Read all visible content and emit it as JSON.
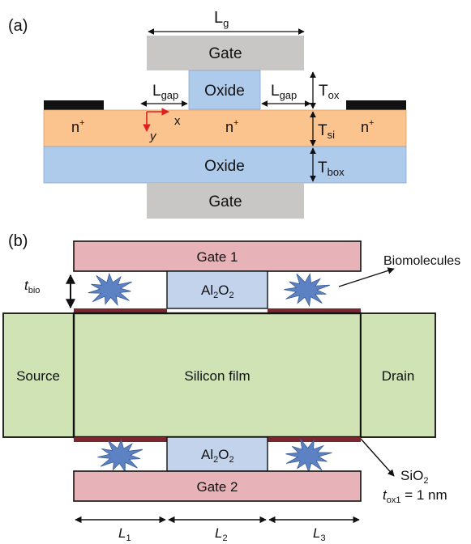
{
  "panel_a": {
    "label": "(a)",
    "lg": "L",
    "lg_sub": "g",
    "gate_top": "Gate",
    "oxide_top": "Oxide",
    "lgap_left": "L",
    "lgap_left_sub": "gap",
    "lgap_right": "L",
    "lgap_right_sub": "gap",
    "tox": "T",
    "tox_sub": "ox",
    "tsi": "T",
    "tsi_sub": "si",
    "tbox": "T",
    "tbox_sub": "box",
    "n_left": "n",
    "n_mid": "n",
    "n_right": "n",
    "n_sup": "+",
    "axis_x": "x",
    "axis_y": "y",
    "oxide_box": "Oxide",
    "gate_bottom": "Gate",
    "colors": {
      "gate": "#c8c7c5",
      "oxide": "#aecbec",
      "silicon": "#fbc38e",
      "axis": "#e02020"
    }
  },
  "panel_b": {
    "label": "(b)",
    "gate1": "Gate 1",
    "gate2": "Gate 2",
    "al2o2_top": "Al",
    "al2o2_bottom": "Al",
    "al2o2_sub1": "2",
    "al2o2_o": "O",
    "al2o2_sub2": "2",
    "source": "Source",
    "drain": "Drain",
    "silicon_film": "Silicon film",
    "biomolecules": "Biomolecules",
    "tbio": "t",
    "tbio_sub": "bio",
    "sio2": "SiO",
    "sio2_sub": "2",
    "tox1": "t",
    "tox1_sub": "ox1",
    "tox1_val": " = 1 nm",
    "l1": "L",
    "l1_sub": "1",
    "l2": "L",
    "l2_sub": "2",
    "l3": "L",
    "l3_sub": "3",
    "colors": {
      "gate": "#e8b3b8",
      "al2o2": "#c4d3ec",
      "film": "#cfe3b5",
      "biomolecule": "#5d82c4",
      "sio2": "#7a2730"
    }
  }
}
